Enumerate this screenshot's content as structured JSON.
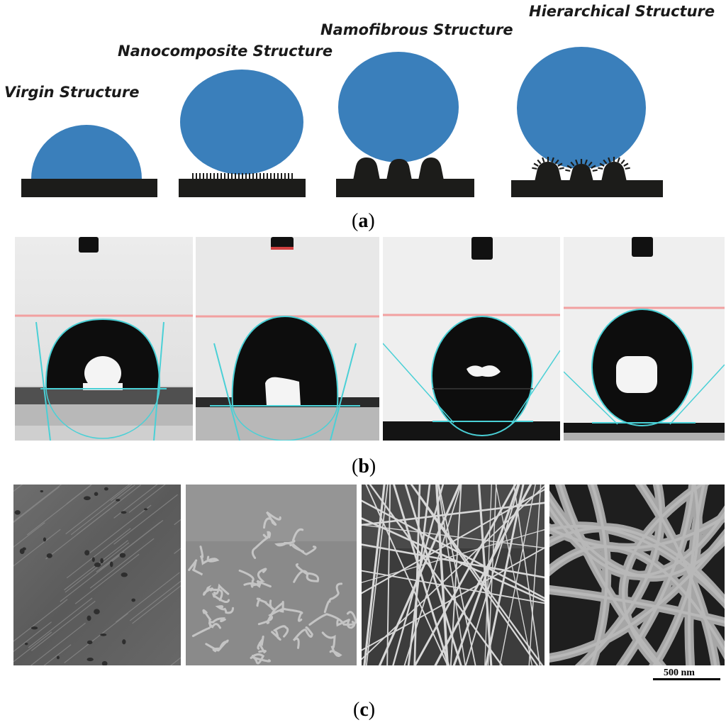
{
  "panel_a": {
    "label": "a",
    "structures": [
      {
        "name": "Virgin Structure"
      },
      {
        "name": "Nanocomposite Structure"
      },
      {
        "name": "Namofibrous Structure"
      },
      {
        "name": "Hierarchical Structure"
      }
    ]
  },
  "panel_b": {
    "label": "b"
  },
  "panel_c": {
    "label": "c",
    "scale_bar": "500 nm"
  },
  "colors": {
    "droplet": "#3a7fbb",
    "substrate": "#1c1c1a",
    "fit_line": "#4ad0d6",
    "baseline_red": "#f2a0a0"
  }
}
